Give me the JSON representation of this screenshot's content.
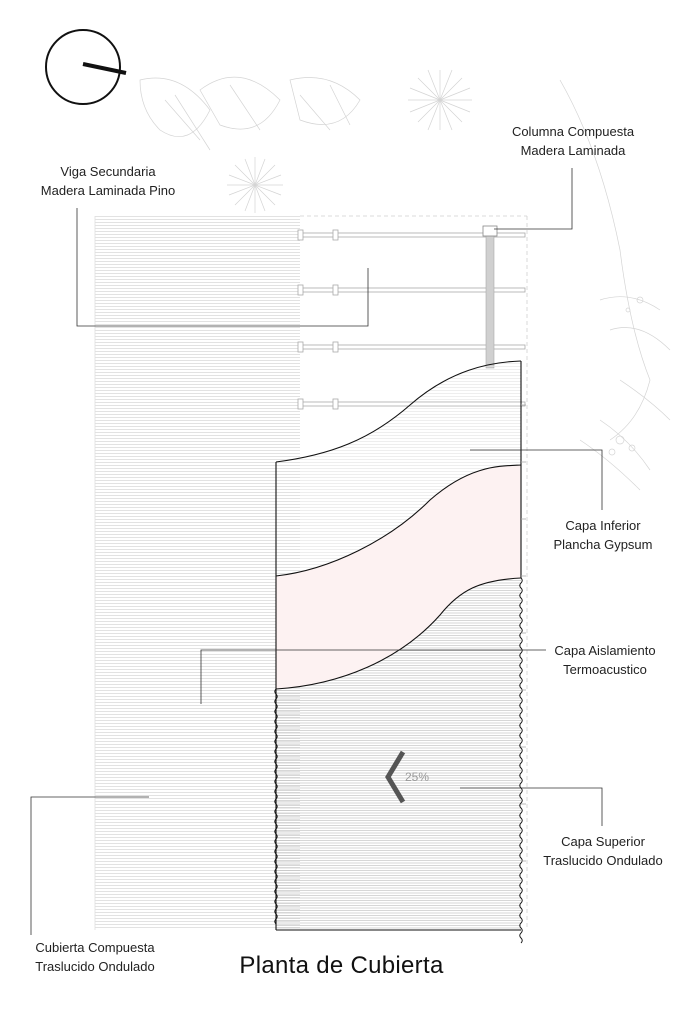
{
  "title": "Planta de Cubierta",
  "slope": "25%",
  "labels": {
    "columna": {
      "line1": "Columna Compuesta",
      "line2": "Madera Laminada"
    },
    "viga": {
      "line1": "Viga Secundaria",
      "line2": "Madera Laminada Pino"
    },
    "capa_inferior": {
      "line1": "Capa Inferior",
      "line2": "Plancha Gypsum"
    },
    "capa_aislamiento": {
      "line1": "Capa Aislamiento",
      "line2": "Termoacustico"
    },
    "capa_superior": {
      "line1": "Capa Superior",
      "line2": "Traslucido Ondulado"
    },
    "cubierta": {
      "line1": "Cubierta Compuesta",
      "line2": "Traslucido Ondulado"
    }
  },
  "icons": [
    "north-arrow-icon",
    "slope-arrow-icon"
  ],
  "colors": {
    "insulation_fill": "#fdf2f2",
    "line": "#111111",
    "hatch": "#c8c8c8",
    "vegetation": "#d0d0d0"
  }
}
